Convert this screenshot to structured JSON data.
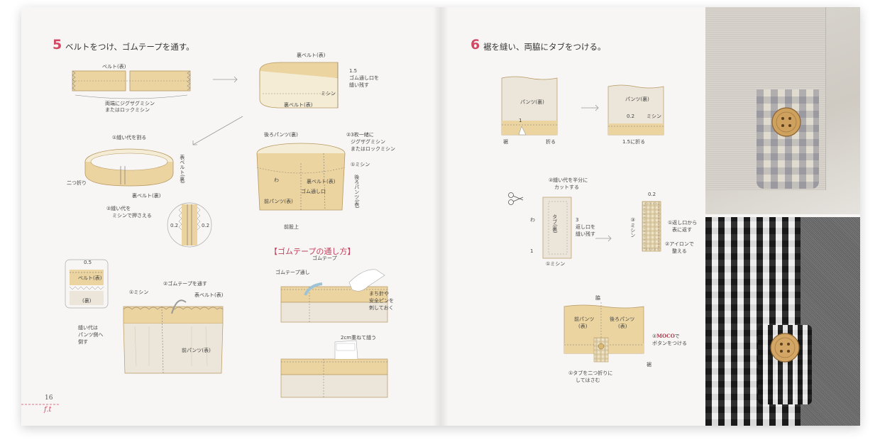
{
  "left": {
    "step_number": "5",
    "step_title": "ベルトをつけ、ゴムテープを通す。",
    "labels": {
      "belt_front": "ベルト(表)",
      "both_ends_zigzag": "両端にジグザグミシン",
      "or_lock": "またはロックミシン",
      "ura_belt": "裏ベルト(表)",
      "ura_belt_omote": "裏ベルト(表)",
      "num_15": "1.5",
      "gomu_opening": "ゴム通し口を",
      "leave_unsewn": "縫い残す",
      "mishin": "ミシン",
      "split_seam": "①縫い代を割る",
      "omote_belt_ura": "表ベルト(裏)",
      "futatsu_ori": "二つ折り",
      "ura_belt_ura": "裏ベルト(裏)",
      "press_seam": "②縫い代を",
      "press_seam_2": "ミシンで押さえる",
      "num_02a": "0.2",
      "num_02b": "0.2",
      "back_pants_ura": "後ろパンツ(裏)",
      "three_layers": "②3枚一緒に",
      "zigzag_or": "ジグザグミシン",
      "or_lock_2": "またはロックミシン",
      "mishin_1": "①ミシン",
      "wa": "わ",
      "ura_belt_omote_2": "裏ベルト(表)",
      "gomu_guchi": "ゴム通し口",
      "back_pants_omote": "後ろパンツ(表)",
      "front_pants_omote": "前パンツ(表)",
      "front_crotch": "前股上",
      "num_05": "0.5",
      "belt_omote_2": "ベルト(表)",
      "ura": "(裏)",
      "mishin_1b": "①ミシン",
      "pass_gomu": "②ゴムテープを通す",
      "omote_belt_omote": "表ベルト(表)",
      "seam_to_pants": "縫い代は",
      "seam_to_pants_2": "パンツ側へ",
      "seam_to_pants_3": "倒す",
      "front_pants_omote_2": "前パンツ(表)",
      "section_title": "【ゴムテープの通し方】",
      "gomu_tape": "ゴムテープ",
      "gomu_toshi": "ゴムテープ通し",
      "pin_1": "まち針や",
      "pin_2": "安全ピンを",
      "pin_3": "刺しておく",
      "overlap_2cm": "2cm重ねて縫う"
    },
    "folio": "16",
    "brand": "f.t"
  },
  "right": {
    "step_number": "6",
    "step_title": "裾を縫い、両脇にタブをつける。",
    "labels": {
      "pants_ura": "パンツ(裏)",
      "pants_ura_2": "パンツ(裏)",
      "num_1": "1",
      "suso": "裾",
      "fold": "折る",
      "num_02": "0.2",
      "mishin": "ミシン",
      "fold_15": "1.5に折る",
      "cut_half_1": "②縫い代を半分に",
      "cut_half_2": "カットする",
      "wa": "わ",
      "tab_ura": "タブ(裏)",
      "num_3": "3",
      "return_opening_1": "返し口を",
      "return_opening_2": "縫い残す",
      "num_1b": "1",
      "mishin_1": "①ミシン",
      "num_02b": "0.2",
      "mishin_3": "③ミシン",
      "turn_out_1": "①返し口から",
      "turn_out_2": "表に返す",
      "iron_1": "②アイロンで",
      "iron_2": "整える",
      "waki": "脇",
      "front_pants": "前パンツ",
      "front_pants_2": "(表)",
      "back_pants": "後ろパンツ",
      "back_pants_2": "(表)",
      "moco": "MOCO",
      "button_1": "②",
      "button_2": "で",
      "button_3": "ボタンをつける",
      "suso_2": "裾",
      "tab_fold_1": "①タブを二つ折りに",
      "tab_fold_2": "してはさむ"
    }
  },
  "colors": {
    "accent": "#d24a63",
    "fabric": "#ecd4a0",
    "page": "#f7f6f4"
  }
}
